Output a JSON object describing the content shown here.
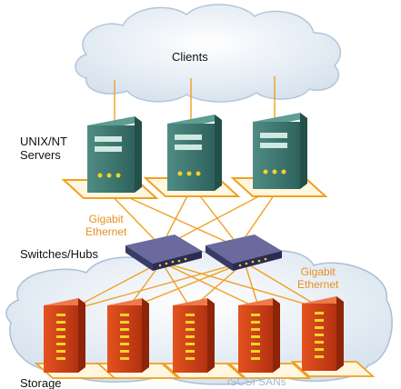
{
  "labels": {
    "clients": "Clients",
    "servers": "UNIX/NT\nServers",
    "gigabit_top": "Gigabit\nEthernet",
    "switches": "Switches/Hubs",
    "gigabit_right": "Gigabit\nEthernet",
    "storage": "Storage",
    "iscsi": "iSCSI SANs"
  },
  "colors": {
    "link_orange": "#f0a020",
    "server_body": "#3e7a72",
    "switch_body": "#4a4a7a",
    "storage_body": "#d8431a",
    "cloud": "#dfe9f3",
    "base_outline": "#f0a020"
  },
  "counts": {
    "servers": 3,
    "switches": 2,
    "storage_units": 5
  }
}
